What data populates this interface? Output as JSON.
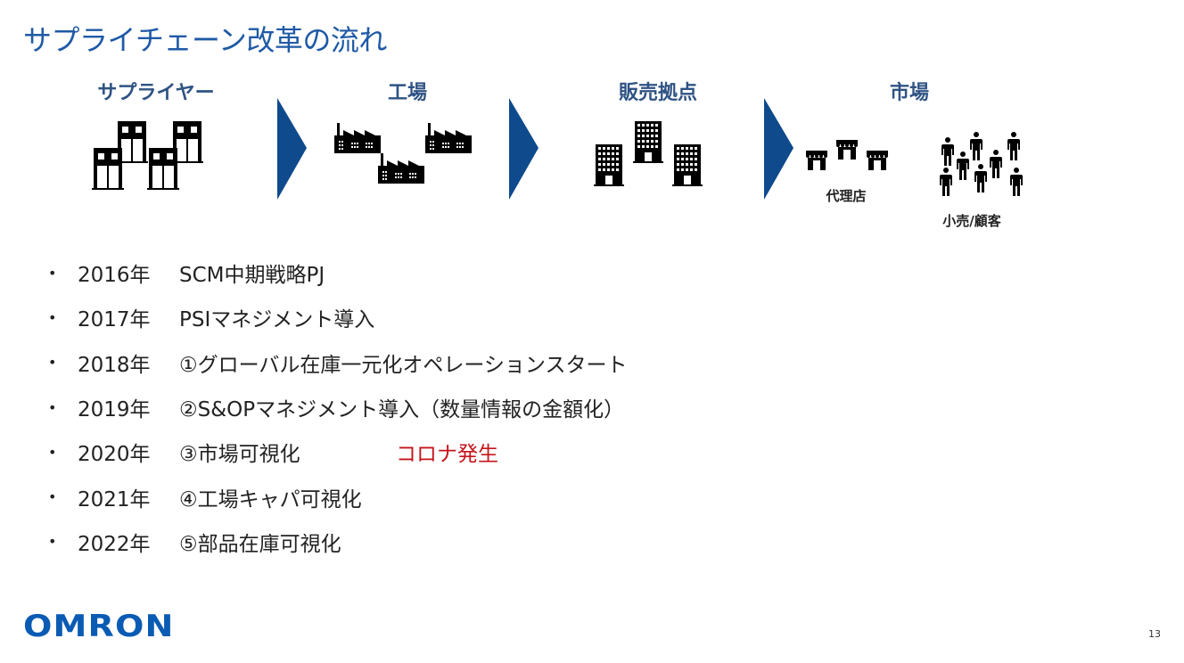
{
  "slide": {
    "title": "サプライチェーン改革の流れ",
    "page_number": "13",
    "logo_text": "OMRON"
  },
  "colors": {
    "title": "#1f5aa6",
    "stage_heading": "#2f5383",
    "arrow": "#0e4a8c",
    "highlight_note": "#c5141b",
    "logo": "#0a5bb3"
  },
  "flow": {
    "stages": [
      {
        "label": "サプライヤー",
        "icon": "supplier-buildings-icon"
      },
      {
        "label": "工場",
        "icon": "factory-icon"
      },
      {
        "label": "販売拠点",
        "icon": "office-building-icon"
      },
      {
        "label": "市場",
        "icon": "market-icon"
      }
    ],
    "market_sub": {
      "agency_label": "代理店",
      "agency_icon": "storefront-icon",
      "customer_label": "小売/顧客",
      "customer_icon": "people-icon"
    }
  },
  "timeline": [
    {
      "bullet": "•",
      "year": "2016年",
      "event": "SCM中期戦略PJ",
      "note": ""
    },
    {
      "bullet": "•",
      "year": "2017年",
      "event": "PSIマネジメント導入",
      "note": ""
    },
    {
      "bullet": "•",
      "year": "2018年",
      "event": "①グローバル在庫一元化オペレーションスタート",
      "note": ""
    },
    {
      "bullet": "•",
      "year": "2019年",
      "event": "②S&OPマネジメント導入（数量情報の金額化）",
      "note": ""
    },
    {
      "bullet": "•",
      "year": "2020年",
      "event": "③市場可視化",
      "note": "コロナ発生"
    },
    {
      "bullet": "•",
      "year": "2021年",
      "event": "④工場キャパ可視化",
      "note": ""
    },
    {
      "bullet": "•",
      "year": "2022年",
      "event": "⑤部品在庫可視化",
      "note": ""
    }
  ]
}
